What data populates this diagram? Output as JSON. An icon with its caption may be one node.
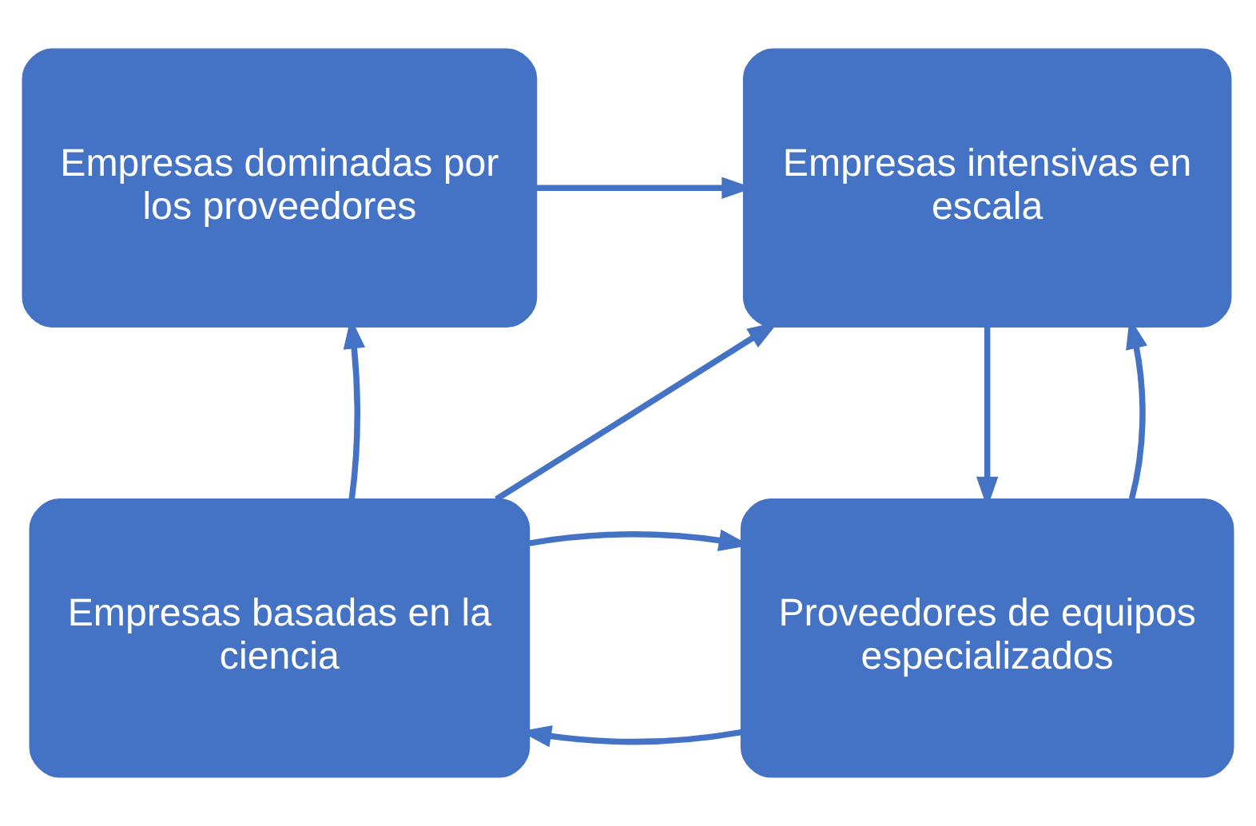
{
  "diagram": {
    "nodes": [
      {
        "text": [
          "Empresas dominadas por los proveedores"
        ]
      },
      {
        "text": [
          "Empresas intensivas en escala"
        ]
      },
      {
        "text": [
          "Empresas basadas en la ciencia"
        ]
      },
      {
        "text": [
          "Proveedores de equipos especializados"
        ]
      }
    ],
    "edges": [
      {
        "from": 0,
        "to": 1,
        "arrow": "to"
      },
      {
        "from": 2,
        "to": 0,
        "arrow": "to"
      },
      {
        "from": 2,
        "to": 1,
        "arrow": "to"
      },
      {
        "from": 1,
        "to": 3,
        "arrow": "to"
      },
      {
        "from": 3,
        "to": 1,
        "arrow": "to"
      },
      {
        "from": 3,
        "to": 2,
        "arrow": "to"
      },
      {
        "from": 2,
        "to": 3,
        "arrow": "to"
      }
    ]
  }
}
